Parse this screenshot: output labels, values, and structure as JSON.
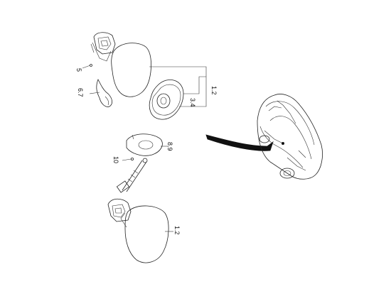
{
  "callouts": {
    "mirror_top": "1.2",
    "mirror_bottom": "1.2",
    "glass": "3.4",
    "clip": "5",
    "cover": "6.7",
    "plate": "8.9",
    "screw": "10"
  }
}
